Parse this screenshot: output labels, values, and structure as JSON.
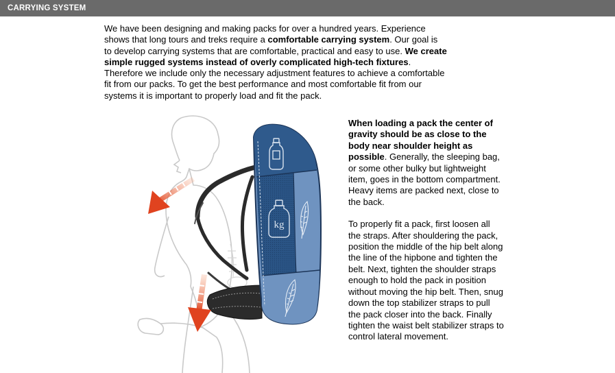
{
  "header": {
    "title": "CARRYING SYSTEM"
  },
  "intro": {
    "t1": "We have been designing and making packs for over a hundred years. Experience shows that long tours and treks require a ",
    "b1": "comfortable carrying system",
    "t2": ". Our goal is to develop carrying systems that are comfortable, practical and easy to use.  ",
    "b2": "We create simple rugged systems instead of overly complicated high-tech fixtures",
    "t3": ".  Therefore we include only the necessary adjustment features to achieve a comfortable fit from our packs.  To get the best performance and most comfortable fit from our systems it is important to properly load and fit the pack."
  },
  "illustration": {
    "weight_label": "kg",
    "colors": {
      "pack_dark": "#2f5a8c",
      "pack_light": "#6f93c0",
      "arrow": "#e24a2a",
      "harness": "#2b2b2b"
    }
  },
  "loading": {
    "bold": "When loading a pack the center of gravity should be as close to the body near shoulder height as possible",
    "text": ".  Generally, the sleeping bag, or some other bulky but lightweight item, goes in the bottom compartment.  Heavy items are packed next, close to the back."
  },
  "fitting": {
    "text": "To properly fit a pack, first loosen all the straps.  After shouldering the pack, position the middle of the hip belt along the line of the hipbone and tighten the belt.  Next, tighten the shoulder straps enough to hold the pack in position without moving the hip belt.  Then, snug down the top stabilizer straps to pull the pack closer into the back.  Finally tighten the waist belt stabilizer straps to control lateral movement."
  }
}
